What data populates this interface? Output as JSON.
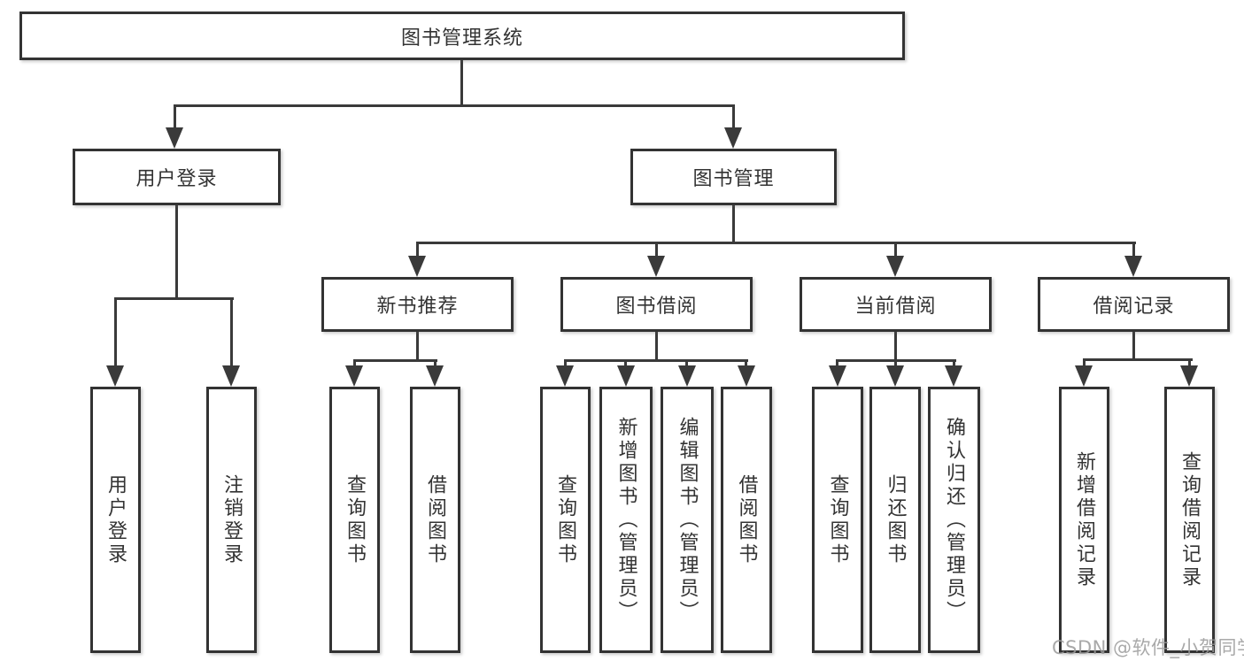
{
  "tree": {
    "root": {
      "label": "图书管理系统"
    },
    "branches": [
      {
        "label": "用户登录",
        "children": [
          "用户登录",
          "注销登录"
        ]
      },
      {
        "label": "图书管理",
        "sections": [
          {
            "label": "新书推荐",
            "children": [
              "查询图书",
              "借阅图书"
            ]
          },
          {
            "label": "图书借阅",
            "children": [
              "查询图书",
              "新增图书（管理员）",
              "编辑图书（管理员）",
              "借阅图书"
            ]
          },
          {
            "label": "当前借阅",
            "children": [
              "查询图书",
              "归还图书",
              "确认归还（管理员）"
            ]
          },
          {
            "label": "借阅记录",
            "children": [
              "新增借阅记录",
              "查询借阅记录"
            ]
          }
        ]
      }
    ]
  },
  "watermark": "CSDN @软件_小贺同学",
  "colors": {
    "line": "#3a3a3a",
    "box_border": "#333333",
    "text": "#333333",
    "watermark": "#9b9b9b"
  }
}
